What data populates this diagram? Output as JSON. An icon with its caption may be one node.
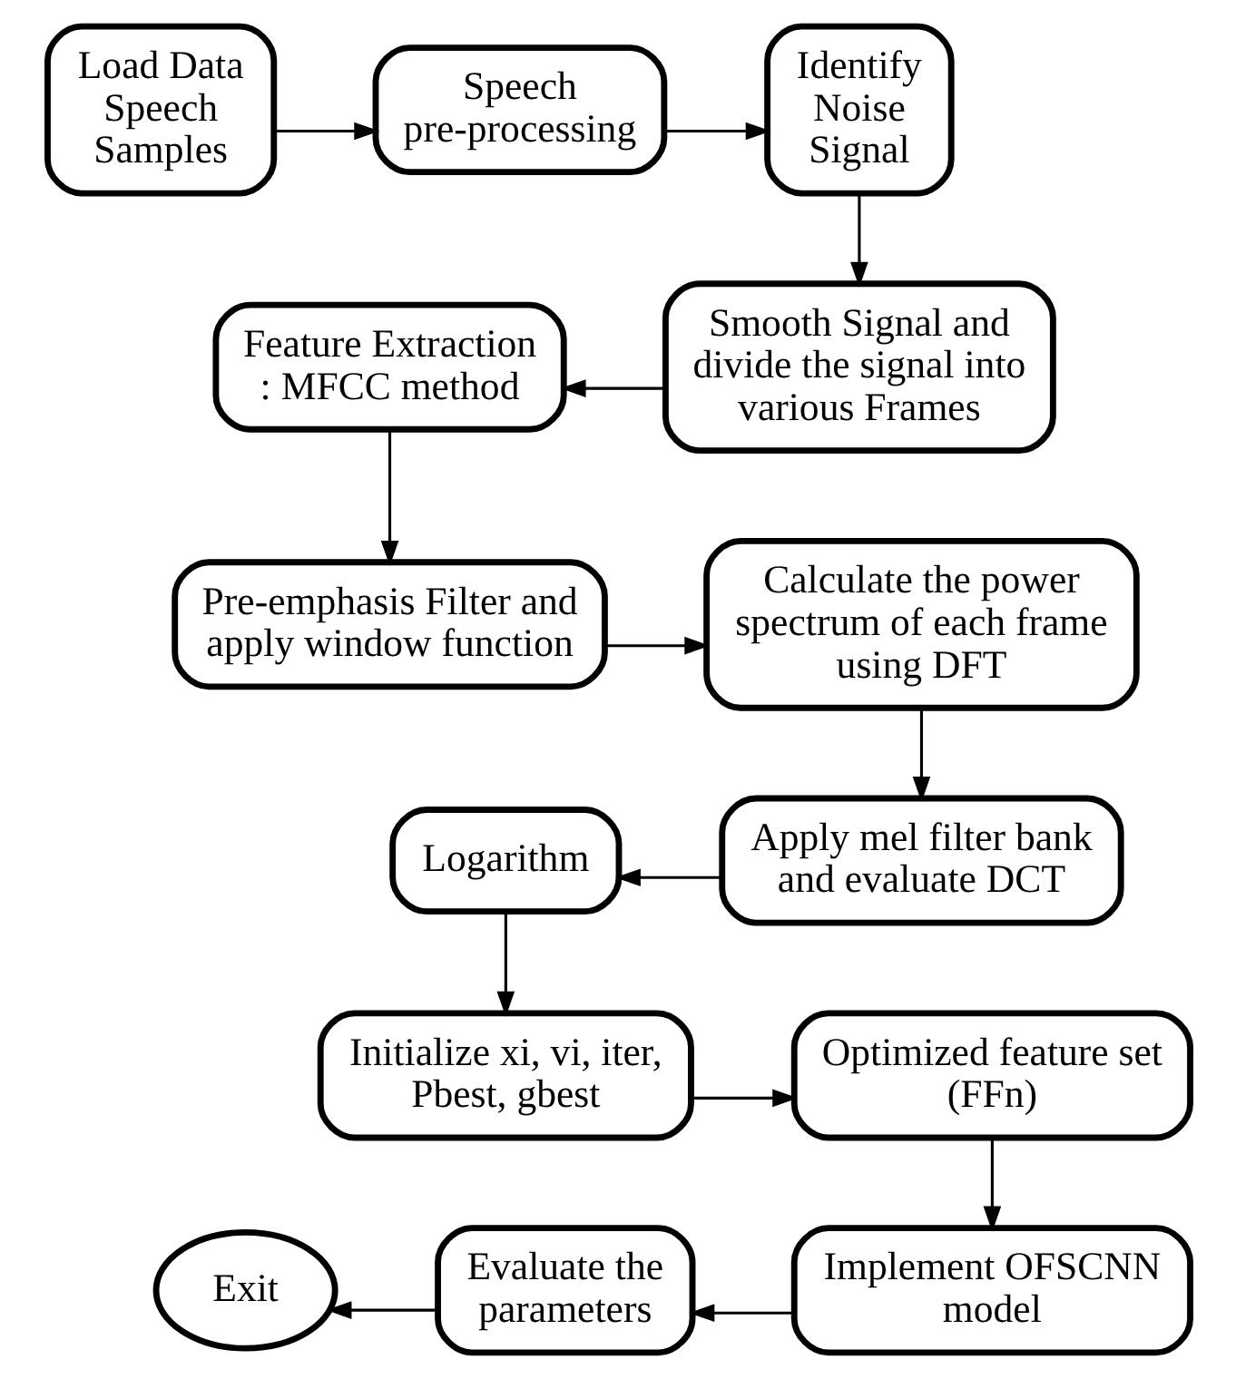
{
  "diagram": {
    "nodes": [
      {
        "text": [
          "Load Data Speech Samples"
        ]
      },
      {
        "text": [
          "Speech pre-processing"
        ]
      },
      {
        "text": [
          "Identify Noise Signal"
        ]
      },
      {
        "text": [
          "Smooth Signal and divide the signal into various Frames"
        ]
      },
      {
        "text": [
          "Feature Extraction : MFCC method"
        ]
      },
      {
        "text": [
          "Pre-emphasis Filter and apply window function"
        ]
      },
      {
        "text": [
          "Calculate the power spectrum of each frame using DFT"
        ]
      },
      {
        "text": [
          "Apply mel filter bank and evaluate DCT"
        ]
      },
      {
        "text": [
          "Logarithm"
        ]
      },
      {
        "text": [
          "Initialize xi, vi, iter, Pbest, gbest"
        ]
      },
      {
        "text": [
          "Optimized feature set (FFn)"
        ]
      },
      {
        "text": [
          "Implement OFSCNN model"
        ]
      },
      {
        "text": [
          "Evaluate the parameters"
        ]
      },
      {
        "text": [
          "Exit"
        ]
      }
    ],
    "edges": [
      {
        "from": 0,
        "to": 1,
        "arrow": "to"
      },
      {
        "from": 1,
        "to": 2,
        "arrow": "to"
      },
      {
        "from": 2,
        "to": 3,
        "arrow": "to"
      },
      {
        "from": 3,
        "to": 4,
        "arrow": "to"
      },
      {
        "from": 4,
        "to": 5,
        "arrow": "to"
      },
      {
        "from": 5,
        "to": 6,
        "arrow": "to"
      },
      {
        "from": 6,
        "to": 7,
        "arrow": "to"
      },
      {
        "from": 7,
        "to": 8,
        "arrow": "to"
      },
      {
        "from": 8,
        "to": 9,
        "arrow": "to"
      },
      {
        "from": 9,
        "to": 10,
        "arrow": "to"
      },
      {
        "from": 10,
        "to": 11,
        "arrow": "to"
      },
      {
        "from": 11,
        "to": 12,
        "arrow": "to"
      },
      {
        "from": 12,
        "to": 13,
        "arrow": "to"
      }
    ]
  }
}
